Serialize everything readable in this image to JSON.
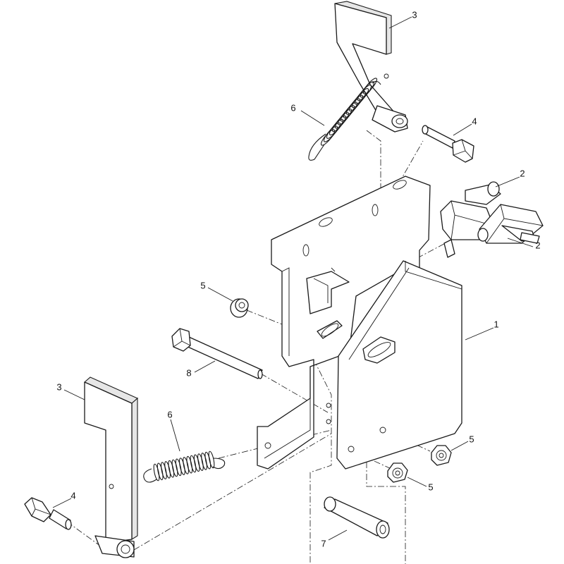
{
  "diagram": {
    "callouts": [
      {
        "id": "c1",
        "label": "1"
      },
      {
        "id": "c2a",
        "label": "2"
      },
      {
        "id": "c2b",
        "label": "2"
      },
      {
        "id": "c3a",
        "label": "3"
      },
      {
        "id": "c3b",
        "label": "3"
      },
      {
        "id": "c4a",
        "label": "4"
      },
      {
        "id": "c4b",
        "label": "4"
      },
      {
        "id": "c5a",
        "label": "5"
      },
      {
        "id": "c5b",
        "label": "5"
      },
      {
        "id": "c5c",
        "label": "5"
      },
      {
        "id": "c6a",
        "label": "6"
      },
      {
        "id": "c6b",
        "label": "6"
      },
      {
        "id": "c7",
        "label": "7"
      },
      {
        "id": "c8",
        "label": "8"
      }
    ]
  }
}
